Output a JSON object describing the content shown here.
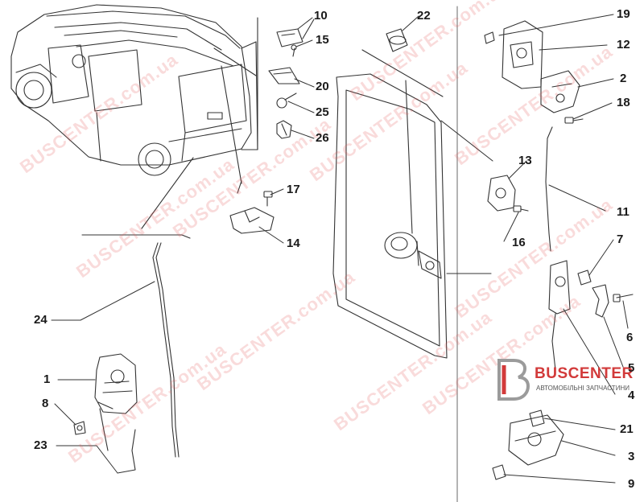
{
  "watermark": "BUSCENTER.com.ua",
  "logo": {
    "name": "BUSCENTER",
    "tagline": "АВТОМОБІЛЬНІ ЗАПЧАСТИНИ",
    "color": "#d23a3a"
  },
  "parts": {
    "p1": "1",
    "p2": "2",
    "p3": "3",
    "p4": "4",
    "p5": "5",
    "p6": "6",
    "p7": "7",
    "p8": "8",
    "p9": "9",
    "p10": "10",
    "p11": "11",
    "p12": "12",
    "p13": "13",
    "p14": "14",
    "p15": "15",
    "p16": "16",
    "p17": "17",
    "p18": "18",
    "p19": "19",
    "p20": "20",
    "p21": "21",
    "p22": "22",
    "p23": "23",
    "p24": "24",
    "p25": "25",
    "p26": "26"
  }
}
